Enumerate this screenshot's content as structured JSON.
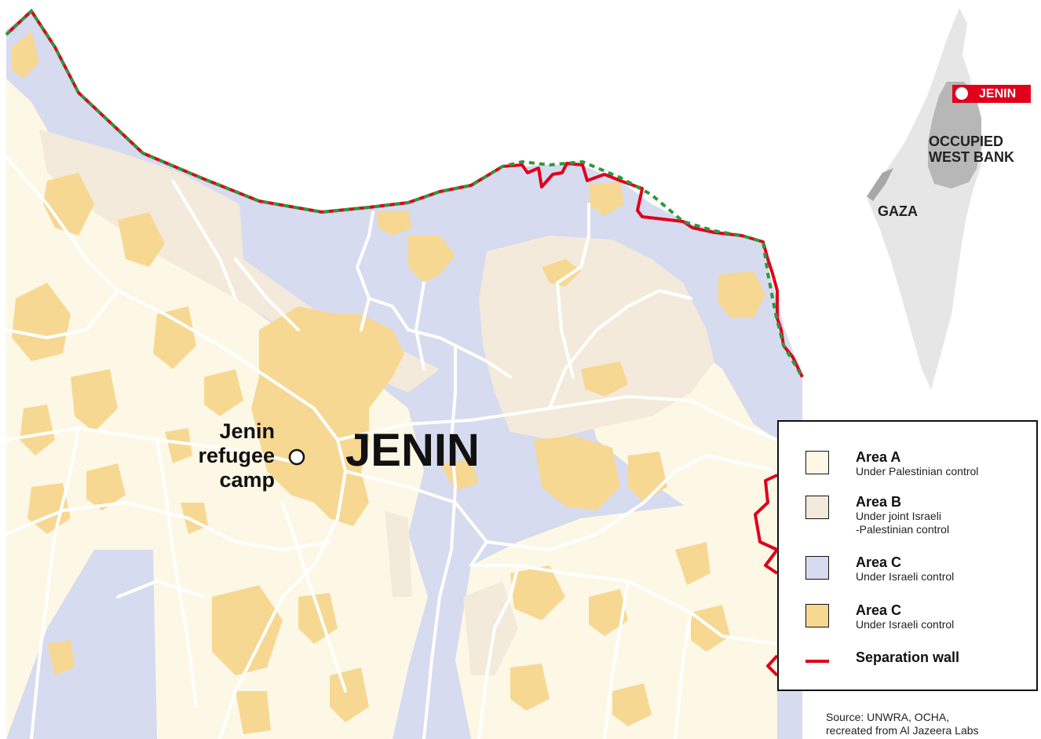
{
  "map": {
    "city_label": "JENIN",
    "camp_label": "Jenin\nrefugee\ncamp"
  },
  "inset": {
    "badge_label": "JENIN",
    "region_label": "OCCUPIED\nWEST BANK",
    "gaza_label": "GAZA"
  },
  "legend": {
    "items": [
      {
        "title": "Area A",
        "subtitle": "Under Palestinian control",
        "color": "#fdf8e6"
      },
      {
        "title": "Area B",
        "subtitle": "Under joint Israeli\n-Palestinian control",
        "color": "#f3eadb"
      },
      {
        "title": "Area C",
        "subtitle": "Under Israeli control",
        "color": "#d6dbef"
      },
      {
        "title": "Area C",
        "subtitle": "Under Israeli control",
        "color": "#f7d892"
      },
      {
        "title": "Separation wall",
        "subtitle": "",
        "color": "#e0001b"
      }
    ]
  },
  "source": "Source: UNWRA, OCHA,\nrecreated from Al Jazeera Labs",
  "colors": {
    "area_a": "#fdf8e6",
    "area_b": "#f3eadb",
    "area_c": "#d6dbef",
    "built_up": "#f7d892",
    "wall": "#e0001b",
    "green_line": "#2a9a3a",
    "roads": "#ffffff"
  }
}
